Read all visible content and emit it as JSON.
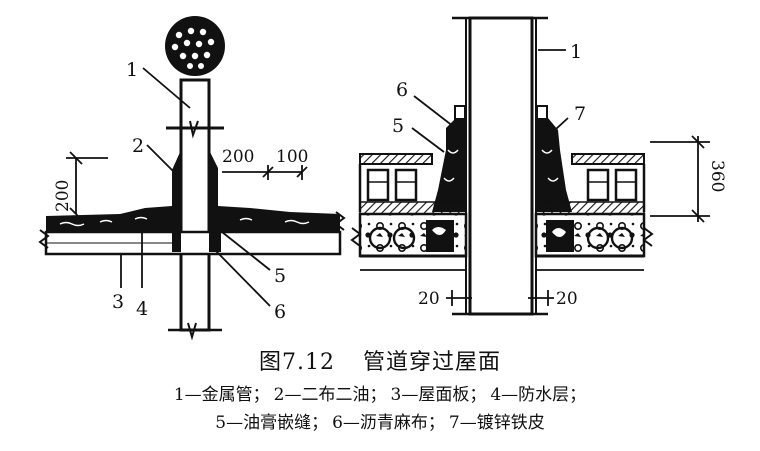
{
  "figure": {
    "number": "图7.12",
    "title": "管道穿过屋面"
  },
  "legend": {
    "line1": [
      "1—金属管；",
      "2—二布二油；",
      "3—屋面板；",
      "4—防水层；"
    ],
    "line2": [
      "5—油膏嵌缝；",
      "6—沥青麻布；",
      "7—镀锌铁皮"
    ]
  },
  "left_view": {
    "callouts": {
      "c1": "1",
      "c2": "2",
      "c3": "3",
      "c4": "4",
      "c5": "5",
      "c6": "6"
    },
    "dimensions": {
      "height": "200",
      "width_a": "200",
      "width_b": "100"
    }
  },
  "right_view": {
    "callouts": {
      "c1": "1",
      "c5": "5",
      "c6": "6",
      "c7": "7"
    },
    "dimensions": {
      "height": "360",
      "gap_left": "20",
      "gap_right": "20"
    }
  }
}
